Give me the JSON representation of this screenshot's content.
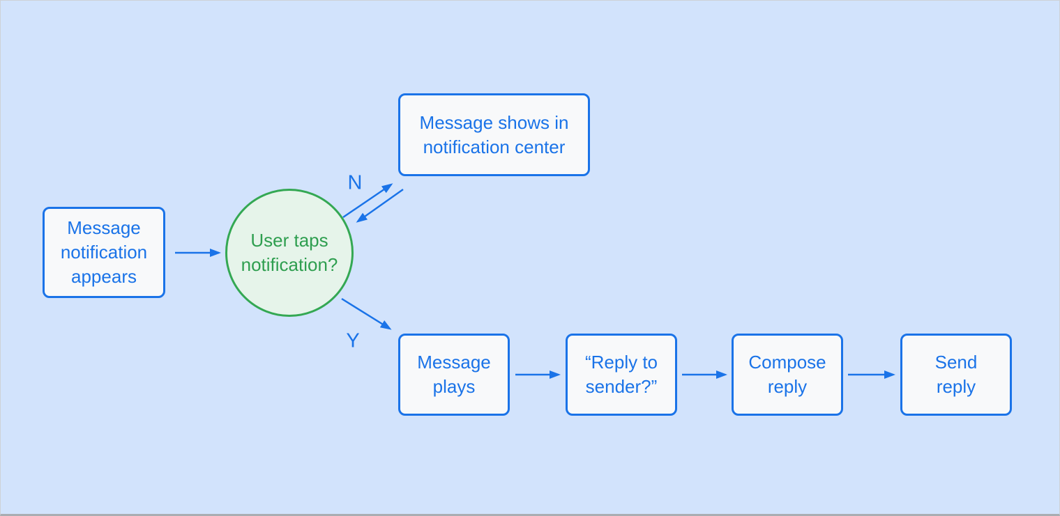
{
  "colors": {
    "background": "#d2e3fc",
    "node_fill": "#f8f9fa",
    "accent_blue": "#1a73e8",
    "decision_border_green": "#34a853",
    "decision_fill_green": "#e6f4ea",
    "decision_text_green": "#2e9e4f"
  },
  "diagram": {
    "type": "flowchart",
    "nodes": {
      "start": {
        "shape": "rectangle",
        "lines": [
          "Message",
          "notification",
          "appears"
        ]
      },
      "decision": {
        "shape": "circle",
        "lines": [
          "User taps",
          "notification?"
        ]
      },
      "notification_center": {
        "shape": "rectangle",
        "lines": [
          "Message shows in",
          "notification center"
        ]
      },
      "message_plays": {
        "shape": "rectangle",
        "lines": [
          "Message",
          "plays"
        ]
      },
      "reply_to_sender": {
        "shape": "rectangle",
        "lines": [
          "“Reply to",
          "sender?”"
        ]
      },
      "compose_reply": {
        "shape": "rectangle",
        "lines": [
          "Compose",
          "reply"
        ]
      },
      "send_reply": {
        "shape": "rectangle",
        "lines": [
          "Send",
          "reply"
        ]
      }
    },
    "edges": [
      {
        "from": "start",
        "to": "decision",
        "label": ""
      },
      {
        "from": "decision",
        "to": "notification_center",
        "label": "N"
      },
      {
        "from": "notification_center",
        "to": "decision",
        "label": ""
      },
      {
        "from": "decision",
        "to": "message_plays",
        "label": "Y"
      },
      {
        "from": "message_plays",
        "to": "reply_to_sender",
        "label": ""
      },
      {
        "from": "reply_to_sender",
        "to": "compose_reply",
        "label": ""
      },
      {
        "from": "compose_reply",
        "to": "send_reply",
        "label": ""
      }
    ]
  }
}
